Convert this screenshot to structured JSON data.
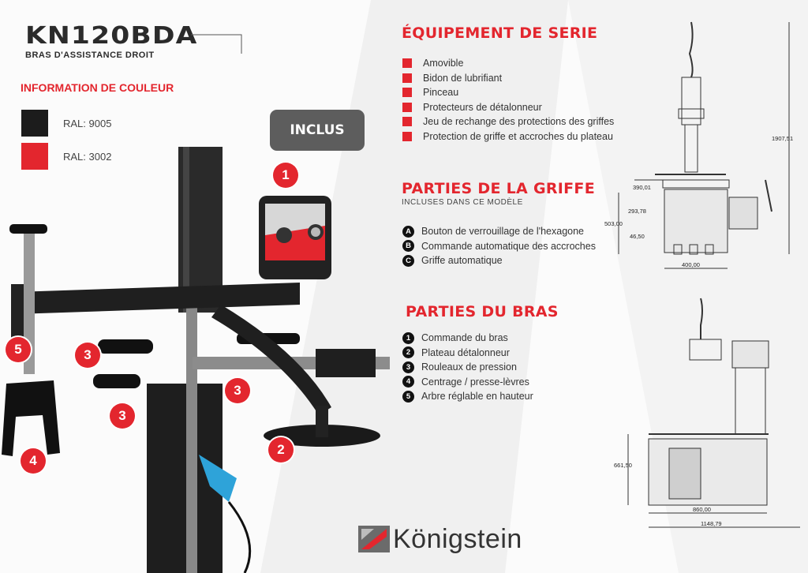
{
  "header": {
    "model": "KN120BDA",
    "subtitle": "BRAS D'ASSISTANCE DROIT"
  },
  "color_info": {
    "title": "INFORMATION DE COULEUR",
    "swatches": [
      {
        "label": "RAL: 9005",
        "color": "#1c1c1c"
      },
      {
        "label": "RAL: 3002",
        "color": "#e3262e"
      }
    ]
  },
  "badge": "INCLUS",
  "equipment": {
    "title": "ÉQUIPEMENT DE SERIE",
    "items": [
      "Amovible",
      "Bidon de lubrifiant",
      "Pinceau",
      "Protecteurs de détalonneur",
      "Jeu de rechange des protections des griffes",
      "Protection de griffe et accroches du plateau"
    ]
  },
  "claw": {
    "title": "PARTIES DE LA GRIFFE",
    "subtitle": "INCLUSES  DANS CE MODÈLE",
    "items": [
      {
        "key": "A",
        "label": "Bouton de verrouillage de l'hexagone"
      },
      {
        "key": "B",
        "label": "Commande automatique des accroches"
      },
      {
        "key": "C",
        "label": "Griffe automatique"
      }
    ]
  },
  "arm": {
    "title": "PARTIES DU BRAS",
    "items": [
      {
        "key": "1",
        "label": "Commande du bras"
      },
      {
        "key": "2",
        "label": "Plateau détalonneur"
      },
      {
        "key": "3",
        "label": "Rouleaux de pression"
      },
      {
        "key": "4",
        "label": "Centrage / presse-lèvres"
      },
      {
        "key": "5",
        "label": "Arbre réglable en hauteur"
      }
    ]
  },
  "callouts": [
    "1",
    "2",
    "3",
    "3",
    "3",
    "4",
    "5"
  ],
  "dimensions": {
    "top_view": [
      "1907,51",
      "390,01",
      "293,78",
      "503,00",
      "46,50",
      "400,00"
    ],
    "side_view": [
      "661,50",
      "860,00",
      "1148,79"
    ]
  },
  "brand": "Königstein",
  "colors": {
    "accent": "#e3262e",
    "dark": "#1c1c1c",
    "badge_bg": "#5d5d5d"
  }
}
